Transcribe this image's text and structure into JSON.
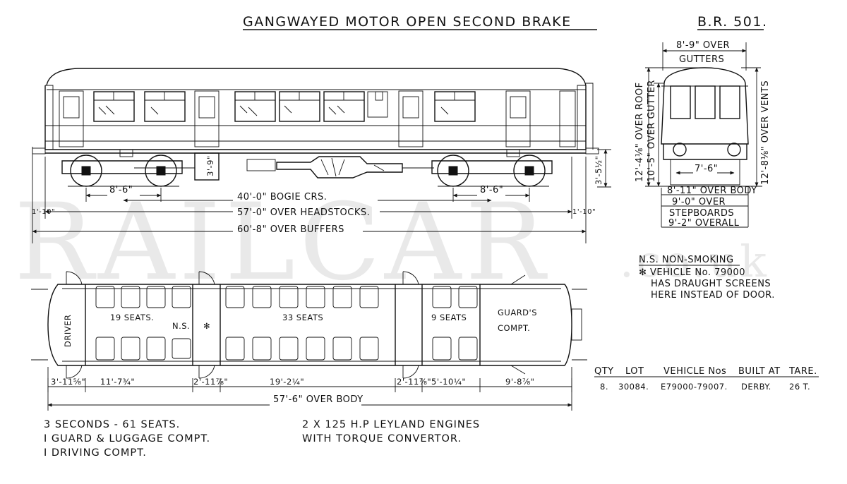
{
  "title": "GANGWAYED MOTOR OPEN SECOND BRAKE",
  "diagram_no": "B.R. 501.",
  "watermark": {
    "main": "RAILCAR",
    "suffix": ".co.uk"
  },
  "side_elevation": {
    "dimensions": {
      "bogie_wheelbase_left": "8'-6\"",
      "bogie_wheelbase_right": "8'-6\"",
      "bogie_centres": "40'-0\"  BOGIE CRS.",
      "over_headstocks": "57'-0\"  OVER HEADSTOCKS.",
      "over_buffers": "60'-8\"  OVER BUFFERS",
      "buffer_left": "1'-10\"",
      "buffer_right": "1'-10\"",
      "engine_height": "3'-9\"",
      "buffer_height": "3'-5½\""
    }
  },
  "end_elevation": {
    "over_gutters": [
      "8'-9\" OVER",
      "GUTTERS"
    ],
    "over_roof": "12'-4⅛\" OVER ROOF",
    "over_gutter": "10'-5\" OVER GUTTER",
    "over_vents": "12'-8⅛\" OVER VENTS",
    "bogie_gauge": "7'-6\"",
    "over_body": "8'-11\" OVER BODY",
    "over_stepboards": [
      "9'-0\" OVER",
      "STEPBOARDS"
    ],
    "overall": "9'-2\" OVERALL"
  },
  "notes": {
    "ns": "N.S. NON-SMOKING",
    "asterisk": [
      "✻ VEHICLE No. 79000",
      "HAS DRAUGHT SCREENS",
      "HERE INSTEAD OF DOOR."
    ]
  },
  "plan": {
    "compartments": {
      "driver": "DRIVER",
      "seats_19": "19 SEATS.",
      "ns": "N.S.",
      "asterisk": "✻",
      "seats_33": "33 SEATS",
      "seats_9": "9 SEATS",
      "guards_1": "GUARD'S",
      "guards_2": "COMPT."
    },
    "dimensions": [
      "3'-11⅝\"",
      "11'-7¾\"",
      "2'-11⅞\"",
      "19'-2¼\"",
      "2'-11⅞\"",
      "5'-10¼\"",
      "9'-8⅞\""
    ],
    "over_body": "57'-6\"  OVER BODY"
  },
  "table": {
    "headers": [
      "QTY",
      "LOT",
      "VEHICLE Nos",
      "BUILT AT",
      "TARE."
    ],
    "row": [
      "8.",
      "30084.",
      "E79000-79007.",
      "DERBY.",
      "26 T."
    ]
  },
  "summary_left": [
    "3 SECONDS - 61 SEATS.",
    "I GUARD  &  LUGGAGE COMPT.",
    "I DRIVING COMPT."
  ],
  "summary_right": [
    "2 X 125  H.P  LEYLAND  ENGINES",
    "WITH TORQUE CONVERTOR."
  ]
}
